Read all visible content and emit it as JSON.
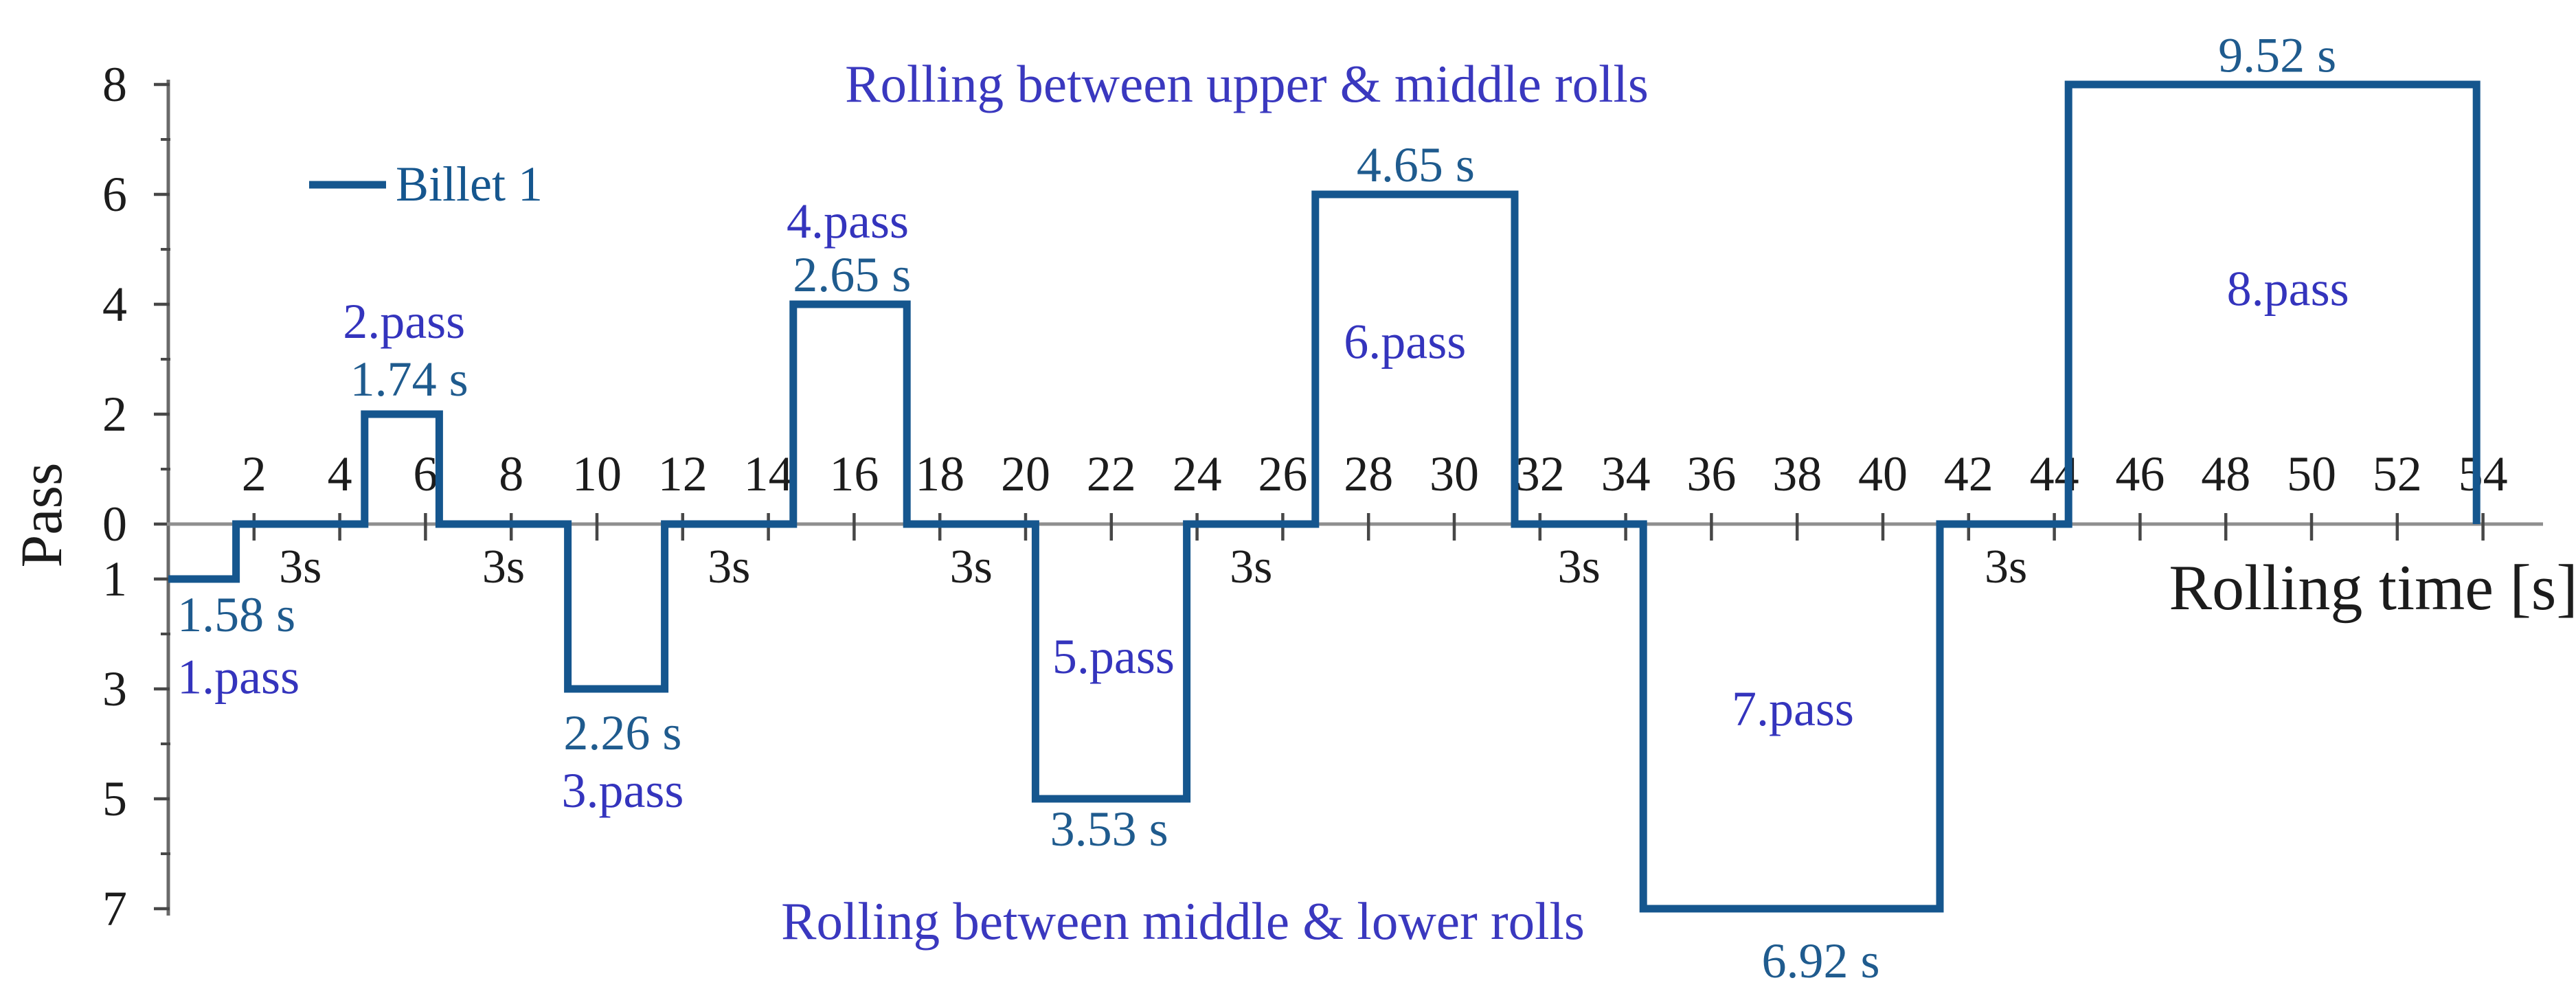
{
  "figure": {
    "colors": {
      "line": "#15568e",
      "time_label": "#1f5b8e",
      "pass_label": "#3434bd",
      "title": "#3a38bf",
      "axis_text": "#1c1c1c",
      "x_axis_line": "#8f8f8f",
      "y_axis_line": "#6a6a6a",
      "tick_mark": "#474747",
      "background": "#ffffff"
    }
  },
  "chart_data": {
    "type": "line",
    "subtype": "step",
    "title_top": "Rolling between upper & middle rolls",
    "title_bottom": "Rolling between middle & lower rolls",
    "xlabel": "Rolling time [s]",
    "ylabel": "Pass",
    "legend_entries": [
      "Billet 1"
    ],
    "legend_position": "upper-left-inside",
    "grid": "off",
    "xlim": [
      0,
      55.5
    ],
    "ylim": [
      -8.4,
      8.8
    ],
    "x_ticks": [
      2,
      4,
      6,
      8,
      10,
      12,
      14,
      16,
      18,
      20,
      22,
      24,
      26,
      28,
      30,
      32,
      34,
      36,
      38,
      40,
      42,
      44,
      46,
      48,
      50,
      52,
      54
    ],
    "y_major_ticks": [
      {
        "value": 8,
        "label": "8"
      },
      {
        "value": 6,
        "label": "6"
      },
      {
        "value": 4,
        "label": "4"
      },
      {
        "value": 2,
        "label": "2"
      },
      {
        "value": 0,
        "label": "0"
      },
      {
        "value": -1,
        "label": "1"
      },
      {
        "value": -3,
        "label": "3"
      },
      {
        "value": -5,
        "label": "5"
      },
      {
        "value": -7,
        "label": "7"
      }
    ],
    "y_minor_ticks": [
      7,
      5,
      3,
      1,
      -2,
      -4,
      -6
    ],
    "series": [
      {
        "name": "Billet 1",
        "points": [
          [
            0,
            -1
          ],
          [
            1.58,
            -1
          ],
          [
            1.58,
            0
          ],
          [
            4.58,
            0
          ],
          [
            4.58,
            2
          ],
          [
            6.32,
            2
          ],
          [
            6.32,
            0
          ],
          [
            9.32,
            0
          ],
          [
            9.32,
            -3
          ],
          [
            11.58,
            -3
          ],
          [
            11.58,
            0
          ],
          [
            14.58,
            0
          ],
          [
            14.58,
            4
          ],
          [
            17.23,
            4
          ],
          [
            17.23,
            0
          ],
          [
            20.23,
            0
          ],
          [
            20.23,
            -5
          ],
          [
            23.76,
            -5
          ],
          [
            23.76,
            0
          ],
          [
            26.76,
            0
          ],
          [
            26.76,
            6
          ],
          [
            31.41,
            6
          ],
          [
            31.41,
            0
          ],
          [
            34.41,
            0
          ],
          [
            34.41,
            -7
          ],
          [
            41.33,
            -7
          ],
          [
            41.33,
            0
          ],
          [
            44.33,
            0
          ],
          [
            44.33,
            8
          ],
          [
            53.85,
            8
          ],
          [
            53.85,
            0
          ]
        ]
      }
    ],
    "passes": [
      {
        "name": "1.pass",
        "duration": "1.58 s",
        "level": -1,
        "t_start": 0,
        "t_end": 1.58,
        "name_pos": {
          "t": 0.21,
          "v": -2.78,
          "anchor": "start"
        },
        "duration_pos": {
          "t": 0.21,
          "v": -1.65,
          "anchor": "start"
        }
      },
      {
        "name": "2.pass",
        "duration": "1.74 s",
        "level": 2,
        "t_start": 4.58,
        "t_end": 6.32,
        "name_pos": {
          "t": 5.5,
          "v": 3.69,
          "anchor": "middle"
        },
        "duration_pos": {
          "t": 5.62,
          "v": 2.64,
          "anchor": "middle"
        }
      },
      {
        "name": "3.pass",
        "duration": "2.26 s",
        "level": -3,
        "t_start": 9.32,
        "t_end": 11.58,
        "name_pos": {
          "t": 10.6,
          "v": -4.85,
          "anchor": "middle"
        },
        "duration_pos": {
          "t": 10.6,
          "v": -3.8,
          "anchor": "middle"
        }
      },
      {
        "name": "4.pass",
        "duration": "2.65 s",
        "level": 4,
        "t_start": 14.58,
        "t_end": 17.23,
        "name_pos": {
          "t": 15.85,
          "v": 5.51,
          "anchor": "middle"
        },
        "duration_pos": {
          "t": 15.95,
          "v": 4.54,
          "anchor": "middle"
        }
      },
      {
        "name": "5.pass",
        "duration": "3.53 s",
        "level": -5,
        "t_start": 20.23,
        "t_end": 23.76,
        "name_pos": {
          "t": 22.05,
          "v": -2.41,
          "anchor": "middle"
        },
        "duration_pos": {
          "t": 21.95,
          "v": -5.55,
          "anchor": "middle"
        }
      },
      {
        "name": "6.pass",
        "duration": "4.65 s",
        "level": 6,
        "t_start": 26.76,
        "t_end": 31.41,
        "name_pos": {
          "t": 28.85,
          "v": 3.32,
          "anchor": "middle"
        },
        "duration_pos": {
          "t": 29.1,
          "v": 6.54,
          "anchor": "middle"
        }
      },
      {
        "name": "7.pass",
        "duration": "6.92 s",
        "level": -7,
        "t_start": 34.41,
        "t_end": 41.33,
        "name_pos": {
          "t": 37.9,
          "v": -3.36,
          "anchor": "middle"
        },
        "duration_pos": {
          "t": 38.55,
          "v": -7.95,
          "anchor": "middle"
        }
      },
      {
        "name": "8.pass",
        "duration": "9.52 s",
        "level": 8,
        "t_start": 44.33,
        "t_end": 53.85,
        "name_pos": {
          "t": 49.45,
          "v": 4.28,
          "anchor": "middle"
        },
        "duration_pos": {
          "t": 49.2,
          "v": 8.53,
          "anchor": "middle"
        }
      }
    ],
    "gap_labels": [
      {
        "text": "3s",
        "t": 3.08,
        "v": -0.78
      },
      {
        "text": "3s",
        "t": 7.82,
        "v": -0.78
      },
      {
        "text": "3s",
        "t": 13.08,
        "v": -0.78
      },
      {
        "text": "3s",
        "t": 18.73,
        "v": -0.78
      },
      {
        "text": "3s",
        "t": 25.26,
        "v": -0.78
      },
      {
        "text": "3s",
        "t": 32.91,
        "v": -0.78
      },
      {
        "text": "3s",
        "t": 42.87,
        "v": -0.78
      }
    ]
  }
}
